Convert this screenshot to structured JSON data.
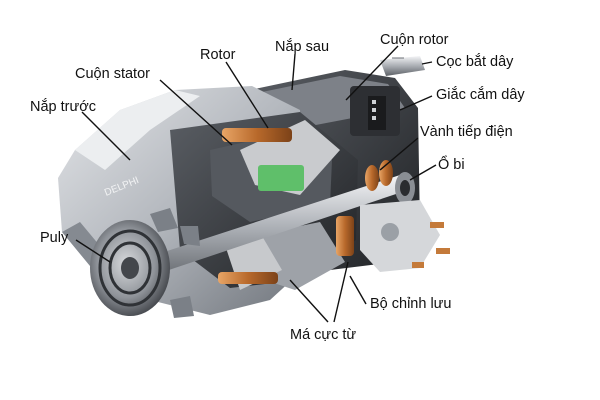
{
  "diagram": {
    "labels": {
      "nap_sau": "Nắp sau",
      "rotor": "Rotor",
      "cuon_rotor": "Cuộn rotor",
      "coc_bat_day": "Cọc bắt dây",
      "cuon_stator": "Cuộn stator",
      "giac_cam_day": "Giắc cắm dây",
      "nap_truoc": "Nắp trước",
      "vanh_tiep_dien": "Vành tiếp điện",
      "o_bi": "Ổ bi",
      "puly": "Puly",
      "bo_chinh_luu": "Bộ chỉnh lưu",
      "ma_cuc_tu": "Má cực từ"
    },
    "housing_brand": "DELPHI",
    "colors": {
      "housing": "#b9bcc1",
      "housing_dark": "#6e737a",
      "copper": "#c47a3a",
      "inner_dark": "#3a3d42",
      "green_part": "#5fbf6a",
      "background": "#ffffff"
    }
  }
}
